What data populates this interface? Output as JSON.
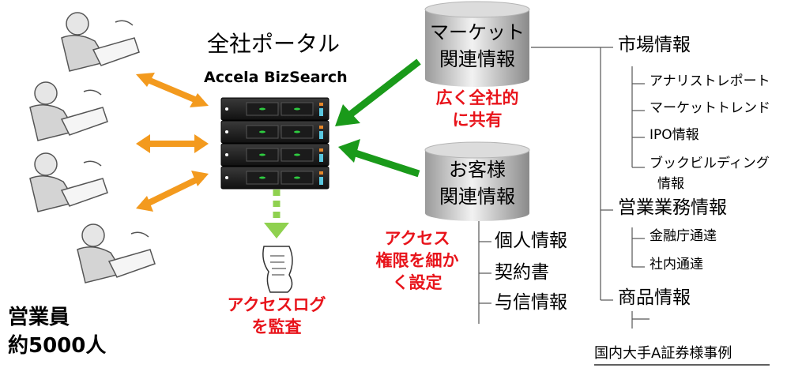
{
  "portal": {
    "title": "全社ポータル",
    "subtitle": "Accela BizSearch"
  },
  "employees": {
    "line1": "営業員",
    "line2": "約5000人"
  },
  "databases": {
    "market": {
      "line1": "マーケット",
      "line2": "関連情報"
    },
    "customer": {
      "line1": "お客様",
      "line2": "関連情報"
    }
  },
  "notes": {
    "share": {
      "line1": "広く全社的",
      "line2": "に共有"
    },
    "access": {
      "line1": "アクセス",
      "line2": "権限を細か",
      "line3": "く設定"
    },
    "audit": {
      "line1": "アクセスログ",
      "line2": "を監査"
    }
  },
  "customer_items": [
    "個人情報",
    "契約書",
    "与信情報"
  ],
  "tree": {
    "market_info": {
      "label": "市場情報",
      "children": [
        "アナリストレポート",
        "マーケットトレンド",
        "IPO情報",
        "ブックビルディング",
        "情報"
      ]
    },
    "sales_info": {
      "label": "営業業務情報",
      "children": [
        "金融庁通達",
        "社内通達"
      ]
    },
    "product_info": {
      "label": "商品情報"
    }
  },
  "case_label": "国内大手A証券様事例",
  "colors": {
    "accent_red": "#e8141b",
    "arrow_green": "#1a9a1a",
    "arrow_orange": "#f39a1e",
    "arrow_lime": "#8fd14f"
  }
}
